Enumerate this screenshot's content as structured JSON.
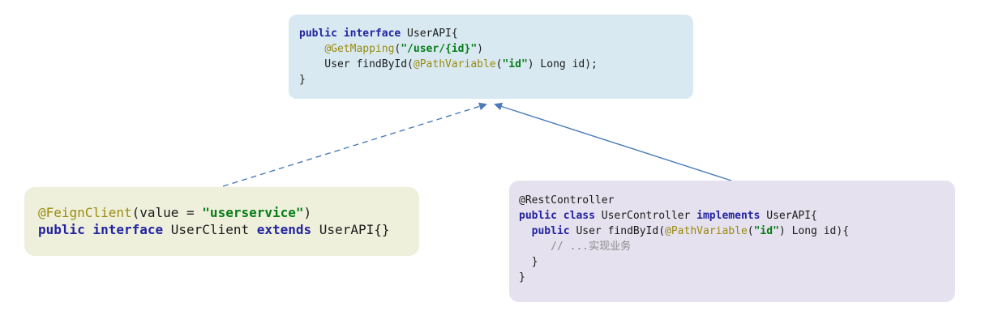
{
  "palette": {
    "keyword": "#2323a0",
    "annotation": "#9a8a0e",
    "string": "#067d17",
    "plain": "#1b1b1b",
    "comment": "#8c8c8c",
    "arrow": "#4c7bba",
    "userapi_box_bg": "#d9e9f1",
    "feign_box_bg": "#eef0db",
    "controller_box_bg": "#e5e1ee"
  },
  "boxes": {
    "user_api": {
      "bg": "#d9e9f1",
      "lines": [
        [
          {
            "t": "public interface",
            "s": "kw"
          },
          {
            "t": " UserAPI{",
            "s": "pl"
          }
        ],
        [
          {
            "t": "    ",
            "s": "pl"
          },
          {
            "t": "@GetMapping",
            "s": "ann"
          },
          {
            "t": "(",
            "s": "pl"
          },
          {
            "t": "\"/user/{id}\"",
            "s": "str"
          },
          {
            "t": ")",
            "s": "pl"
          }
        ],
        [
          {
            "t": "    User findById(",
            "s": "pl"
          },
          {
            "t": "@PathVariable",
            "s": "ann"
          },
          {
            "t": "(",
            "s": "pl"
          },
          {
            "t": "\"id\"",
            "s": "str"
          },
          {
            "t": ") Long id);",
            "s": "pl"
          }
        ],
        [
          {
            "t": "}",
            "s": "pl"
          }
        ]
      ]
    },
    "user_client": {
      "bg": "#eef0db",
      "lines": [
        [
          {
            "t": "@FeignClient",
            "s": "ann"
          },
          {
            "t": "(value = ",
            "s": "pl"
          },
          {
            "t": "\"userservice\"",
            "s": "str"
          },
          {
            "t": ")",
            "s": "pl"
          }
        ],
        [
          {
            "t": "public interface",
            "s": "kw"
          },
          {
            "t": " UserClient ",
            "s": "pl"
          },
          {
            "t": "extends",
            "s": "kw"
          },
          {
            "t": " UserAPI{}",
            "s": "pl"
          }
        ]
      ]
    },
    "user_controller": {
      "bg": "#e5e1ee",
      "lines": [
        [
          {
            "t": "@RestController",
            "s": "pl"
          }
        ],
        [
          {
            "t": "public class",
            "s": "kw"
          },
          {
            "t": " UserController ",
            "s": "pl"
          },
          {
            "t": "implements",
            "s": "kw"
          },
          {
            "t": " UserAPI{",
            "s": "pl"
          }
        ],
        [
          {
            "t": "  ",
            "s": "pl"
          },
          {
            "t": "public",
            "s": "kw"
          },
          {
            "t": " User findById(",
            "s": "pl"
          },
          {
            "t": "@PathVariable",
            "s": "ann"
          },
          {
            "t": "(",
            "s": "pl"
          },
          {
            "t": "\"id\"",
            "s": "str"
          },
          {
            "t": ") Long id){",
            "s": "pl"
          }
        ],
        [
          {
            "t": "     // ...实现业务",
            "s": "cm"
          }
        ],
        [
          {
            "t": "  }",
            "s": "pl"
          }
        ],
        [
          {
            "t": "}",
            "s": "pl"
          }
        ]
      ]
    }
  },
  "arrows": [
    {
      "from": "UserClient",
      "to": "UserAPI",
      "line_style": "dashed"
    },
    {
      "from": "UserController",
      "to": "UserAPI",
      "line_style": "solid"
    }
  ]
}
